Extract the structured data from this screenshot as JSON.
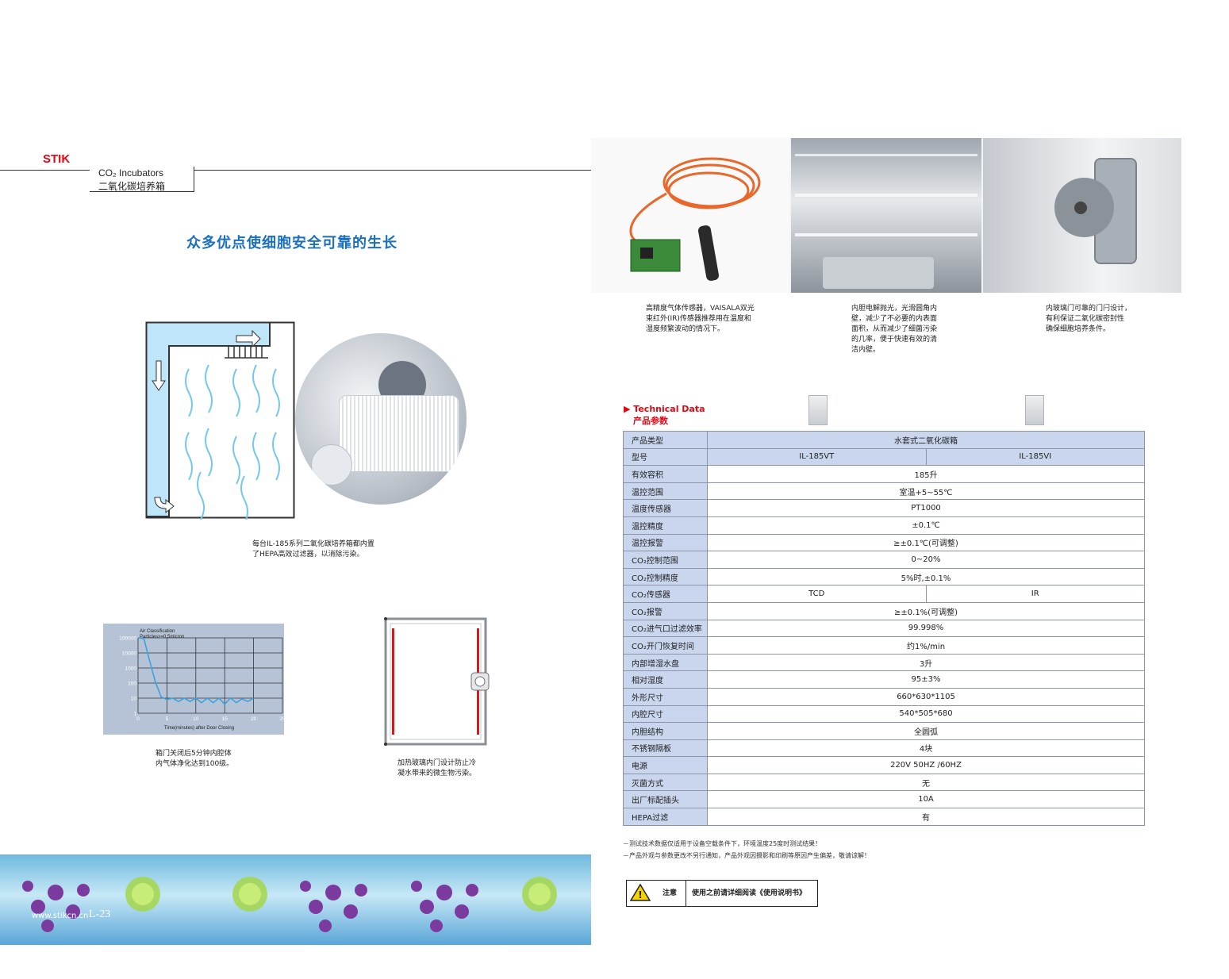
{
  "header": {
    "brand": "STIK",
    "category_en": "CO₂ Incubators",
    "category_zh": "二氧化碳培养箱"
  },
  "main_title": "众多优点使细胞安全可靠的生长",
  "hepa_caption": [
    "每台IL-185系列二氧化碳培养箱都内置",
    "了HEPA高效过滤器，以消除污染。"
  ],
  "air_chart": {
    "caption": [
      "箱门关闭后5分钟内腔体",
      "内气体净化达到100级。"
    ]
  },
  "chart_data": {
    "type": "line",
    "title": "Air Classification Particles>=0.5micron",
    "xlabel": "Time(minutes) after Door Closing",
    "ylabel": "",
    "x_ticks": [
      "0",
      "5",
      "10",
      "15",
      "20",
      "25"
    ],
    "y_ticks": [
      "100000",
      "10000",
      "1000",
      "100",
      "10",
      "1"
    ],
    "y_scale": "log",
    "xlim": [
      0,
      25
    ],
    "ylim": [
      1,
      100000
    ],
    "grid": true,
    "series": [
      {
        "x": [
          0,
          1,
          2,
          3,
          4,
          5,
          6,
          7,
          8,
          9,
          10,
          11,
          12,
          13,
          14,
          15,
          16,
          17,
          18,
          19,
          20
        ],
        "y": [
          100000,
          90000,
          3000,
          120,
          12,
          8,
          10,
          6,
          10,
          6,
          10,
          5,
          10,
          5,
          10,
          4,
          10,
          5,
          9,
          6,
          10
        ]
      }
    ]
  },
  "door_caption": [
    "加热玻璃内门设计防止冷",
    "凝水带来的微生物污染。"
  ],
  "footer": {
    "website": "www.stikcn.cn",
    "page": "L-23"
  },
  "photo_captions": [
    [
      "高精度气体传感器，VAISALA双光",
      "束红外(IR)传感器推荐用在温度和",
      "湿度频繁波动的情况下。"
    ],
    [
      "内胆电解抛光，光滑圆角内",
      "壁，减少了不必要的内表面",
      "面积，从而减少了细菌污染",
      "的几率，便于快速有效的清",
      "洁内壁。"
    ],
    [
      "内玻璃门可靠的门闩设计，",
      "有利保证二氧化碳密封性",
      "确保细胞培养条件。"
    ]
  ],
  "tech": {
    "title_en": "Technical Data",
    "title_zh": "产品参数",
    "rows": [
      {
        "label": "产品类型",
        "values": [
          "水套式二氧化碳箱"
        ],
        "header": true
      },
      {
        "label": "型号",
        "values": [
          "IL-185VT",
          "IL-185VI"
        ],
        "header": true
      },
      {
        "label": "有效容积",
        "values": [
          "185升"
        ]
      },
      {
        "label": "温控范围",
        "values": [
          "室温+5~55℃"
        ]
      },
      {
        "label": "温度传感器",
        "values": [
          "PT1000"
        ]
      },
      {
        "label": "温控精度",
        "values": [
          "±0.1℃"
        ]
      },
      {
        "label": "温控报警",
        "values": [
          "≥±0.1℃(可调整)"
        ]
      },
      {
        "label": "CO₂控制范围",
        "values": [
          "0~20%"
        ]
      },
      {
        "label": "CO₂控制精度",
        "values": [
          "5%时,±0.1%"
        ]
      },
      {
        "label": "CO₂传感器",
        "values": [
          "TCD",
          "IR"
        ]
      },
      {
        "label": "CO₂报警",
        "values": [
          "≥±0.1%(可调整)"
        ]
      },
      {
        "label": "CO₂进气口过滤效率",
        "values": [
          "99.998%"
        ]
      },
      {
        "label": "CO₂开门恢复时间",
        "values": [
          "约1%/min"
        ]
      },
      {
        "label": "内部增湿水盘",
        "values": [
          "3升"
        ]
      },
      {
        "label": "相对湿度",
        "values": [
          "95±3%"
        ]
      },
      {
        "label": "外形尺寸",
        "values": [
          "660*630*1105"
        ]
      },
      {
        "label": "内腔尺寸",
        "values": [
          "540*505*680"
        ]
      },
      {
        "label": "内胆结构",
        "values": [
          "全圆弧"
        ]
      },
      {
        "label": "不锈钢隔板",
        "values": [
          "4块"
        ]
      },
      {
        "label": "电源",
        "values": [
          "220V 50HZ /60HZ"
        ]
      },
      {
        "label": "灭菌方式",
        "values": [
          "无"
        ]
      },
      {
        "label": "出厂标配插头",
        "values": [
          "10A"
        ]
      },
      {
        "label": "HEPA过滤",
        "values": [
          "有"
        ]
      }
    ],
    "notes": [
      "－测试技术数据仅适用于设备空载条件下，环境温度25度时测试结果！",
      "－产品外观与参数更改不另行通知，产品外观因摄影和印刷等原因产生偏差，敬请谅解！"
    ]
  },
  "warning": {
    "label": "注意",
    "text": "使用之前请详细阅读《使用说明书》"
  },
  "colors": {
    "brand_red": "#e30613",
    "title_blue": "#1a6fbf",
    "table_header": "#c9d6ee",
    "airflow": "#74c7ee"
  }
}
